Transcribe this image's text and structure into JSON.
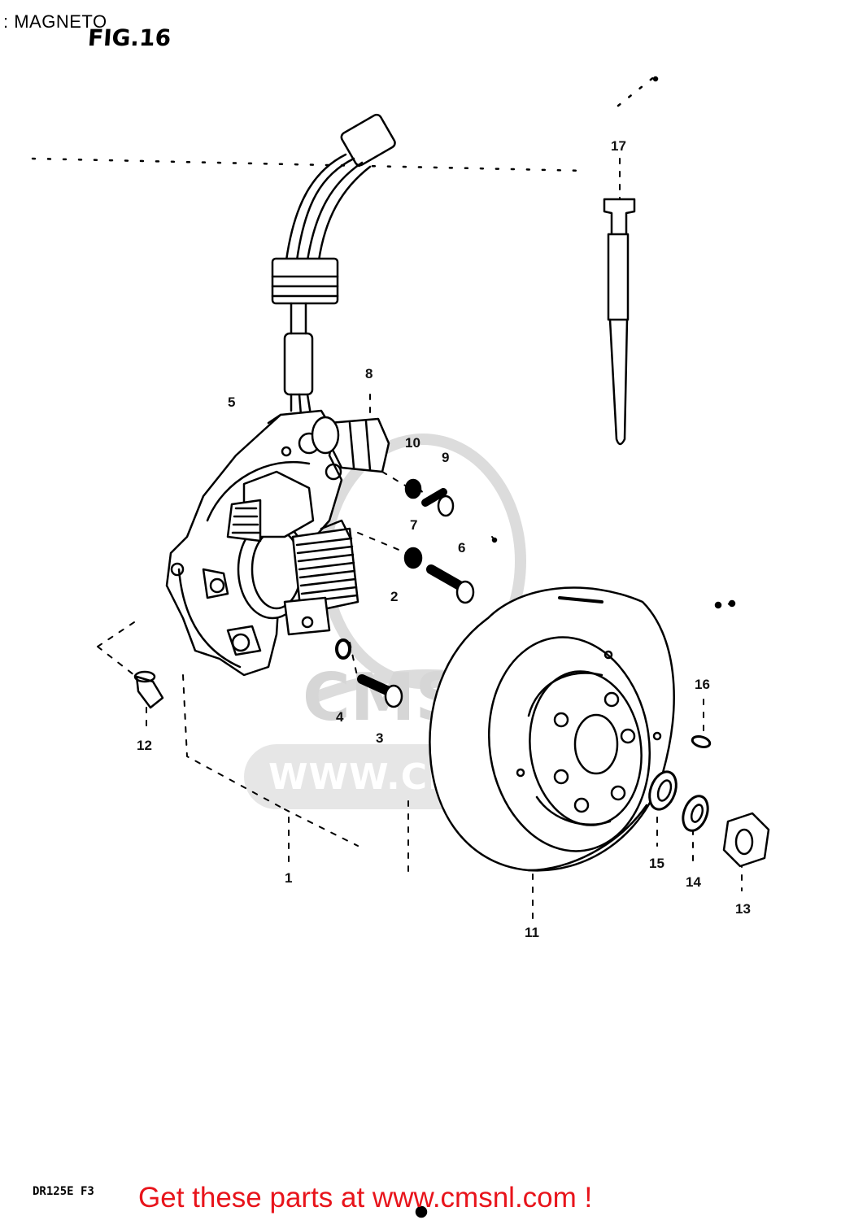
{
  "header": {
    "section_label": ": MAGNETO",
    "fig_label": "FIG.16"
  },
  "parts": [
    {
      "id": "1",
      "label": "1"
    },
    {
      "id": "2",
      "label": "2"
    },
    {
      "id": "3",
      "label": "3"
    },
    {
      "id": "4",
      "label": "4"
    },
    {
      "id": "5",
      "label": "5"
    },
    {
      "id": "6",
      "label": "6"
    },
    {
      "id": "7",
      "label": "7"
    },
    {
      "id": "8",
      "label": "8"
    },
    {
      "id": "9",
      "label": "9"
    },
    {
      "id": "10",
      "label": "10"
    },
    {
      "id": "11",
      "label": "11"
    },
    {
      "id": "12",
      "label": "12"
    },
    {
      "id": "13",
      "label": "13"
    },
    {
      "id": "14",
      "label": "14"
    },
    {
      "id": "15",
      "label": "15"
    },
    {
      "id": "16",
      "label": "16"
    },
    {
      "id": "17",
      "label": "17"
    }
  ],
  "watermark": {
    "brand": "CMS",
    "url": "WWW.CMSNL.COM"
  },
  "footer": {
    "model_code": "DR125E F3",
    "cta": "Get these parts at www.cmsnl.com !",
    "cta_color": "#e8141b"
  }
}
